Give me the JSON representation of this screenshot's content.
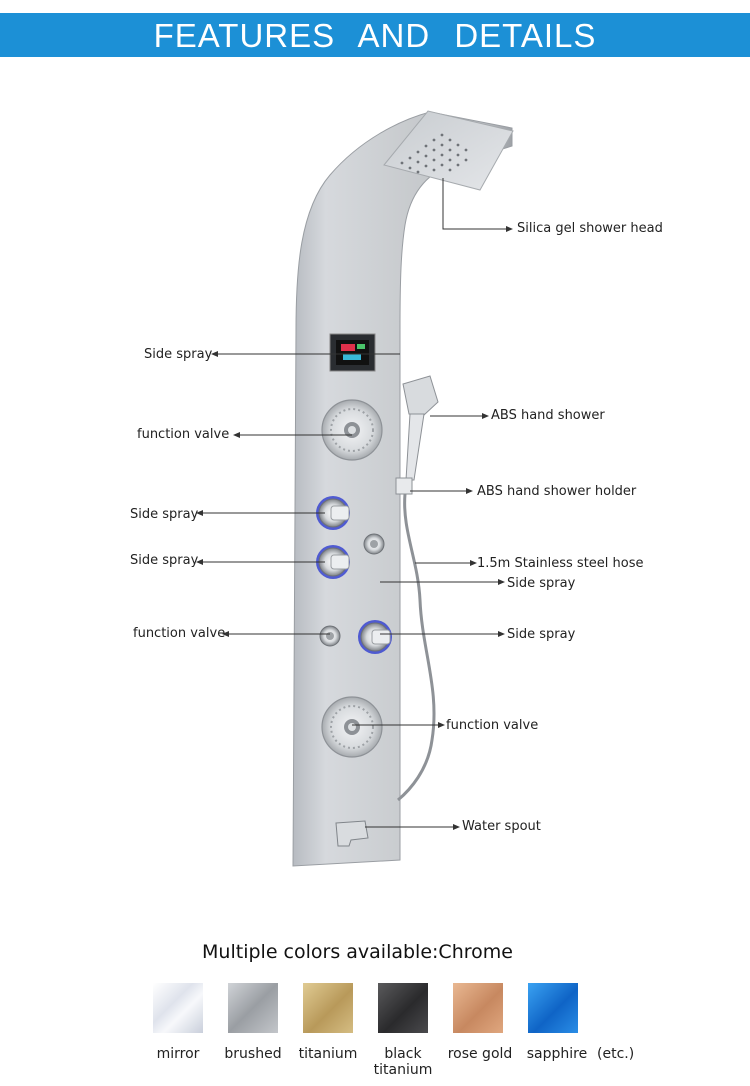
{
  "banner": {
    "title": "FEATURES  AND  DETAILS",
    "color": "#1c90d6"
  },
  "callouts": {
    "silica_head": "Silica gel shower head",
    "side_spray_display": "Side spray",
    "abs_hand_shower": "ABS hand shower",
    "function_valve_top": "function valve",
    "abs_holder": "ABS hand shower holder",
    "side_spray_left_1": "Side spray",
    "side_spray_left_2": "Side spray",
    "hose": "1.5m Stainless steel hose",
    "side_spray_right_1": "Side spray",
    "function_valve_mid": "function valve",
    "side_spray_right_2": "Side spray",
    "function_valve_bottom": "function valve",
    "water_spout": "Water spout"
  },
  "colors_section": {
    "title": "Multiple colors available:Chrome",
    "etc": "(etc.)",
    "swatches": [
      {
        "name": "mirror",
        "color": "#e8ebf2",
        "icon": "mirror-swatch"
      },
      {
        "name": "brushed",
        "color": "#a9acb1",
        "icon": "brushed-swatch"
      },
      {
        "name": "titanium",
        "color": "#c9ae6e",
        "icon": "titanium-swatch"
      },
      {
        "name": "black titanium",
        "line1": "black",
        "line2": "titanium",
        "color": "#3d3d3f",
        "icon": "black-titanium-swatch"
      },
      {
        "name": "rose gold",
        "color": "#d49c74",
        "icon": "rose-gold-swatch"
      },
      {
        "name": "sapphire",
        "color": "#1e7fdc",
        "icon": "sapphire-swatch"
      }
    ]
  }
}
